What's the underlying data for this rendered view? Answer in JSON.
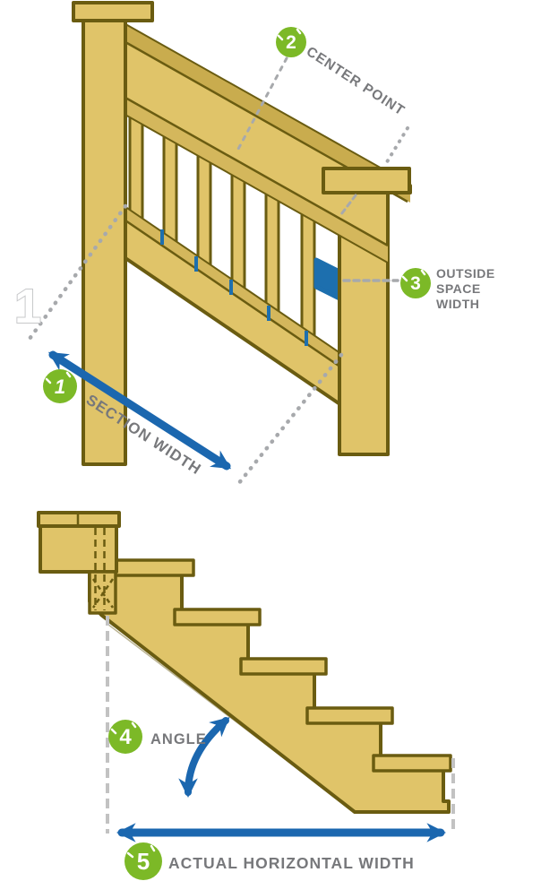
{
  "colors": {
    "background": "#ffffff",
    "wood": "#e0c469",
    "woodShade": "#c9ac4e",
    "woodMid": "#d4b75c",
    "outline": "#6a5c11",
    "green": "#7cb927",
    "blue": "#1b67af",
    "highlightBlue": "#1d6fae",
    "labelGray": "#77787b",
    "dashGray": "#a7a9ac",
    "stairDashGray": "#c2c2c2",
    "numberOutline": "#c7c8ca"
  },
  "figure": {
    "index": "1"
  },
  "railing": {
    "callouts": {
      "section_width": {
        "number": "1",
        "label": "SECTION WIDTH"
      },
      "center_point": {
        "number": "2",
        "label": "CENTER POINT"
      },
      "outside_space": {
        "number": "3",
        "lines": [
          "OUTSIDE",
          "SPACE",
          "WIDTH"
        ]
      }
    }
  },
  "stairs": {
    "callouts": {
      "angle": {
        "number": "4",
        "label": "ANGLE"
      },
      "actual_horizontal_width": {
        "number": "5",
        "label": "ACTUAL HORIZONTAL WIDTH"
      }
    }
  }
}
